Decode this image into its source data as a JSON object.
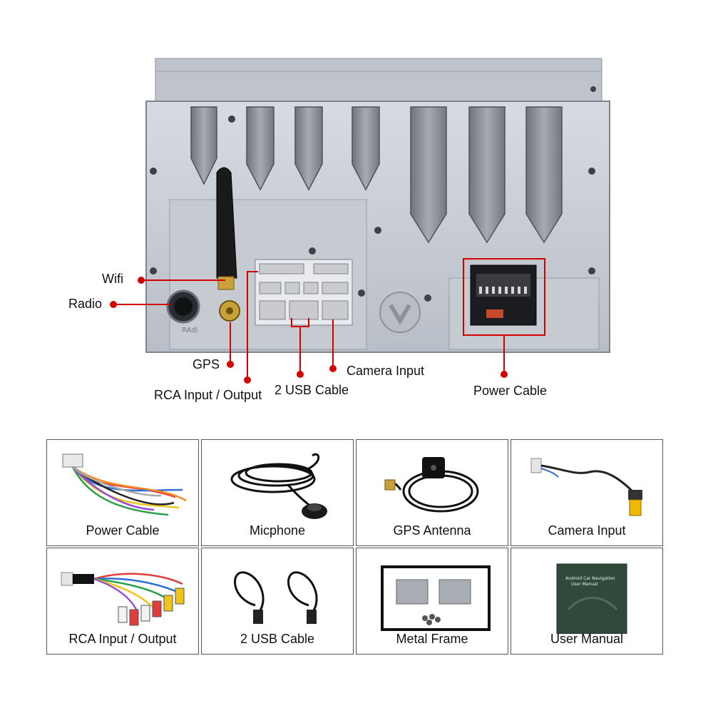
{
  "callouts": {
    "wifi": "Wifi",
    "radio": "Radio",
    "gps": "GPS",
    "rca": "RCA Input / Output",
    "usb": "2 USB Cable",
    "camera": "Camera Input",
    "power": "Power Cable"
  },
  "unit_text": {
    "radio_port_mark": "RAdi"
  },
  "accessories": [
    {
      "label": "Power Cable",
      "icon": "wire-harness-icon"
    },
    {
      "label": "Micphone",
      "icon": "microphone-icon"
    },
    {
      "label": "GPS Antenna",
      "icon": "gps-antenna-icon"
    },
    {
      "label": "Camera Input",
      "icon": "camera-cable-icon"
    },
    {
      "label": "RCA Input / Output",
      "icon": "rca-cable-icon"
    },
    {
      "label": "2 USB Cable",
      "icon": "usb-cable-icon"
    },
    {
      "label": "Metal Frame",
      "icon": "metal-frame-icon"
    },
    {
      "label": "User Manual",
      "icon": "user-manual-icon"
    }
  ],
  "manual": {
    "title_line1": "Android Car Navigation",
    "title_line2": "User Manual"
  },
  "colors": {
    "accent": "#d40000",
    "unit_body": "#c9ced6",
    "border": "#555555"
  }
}
